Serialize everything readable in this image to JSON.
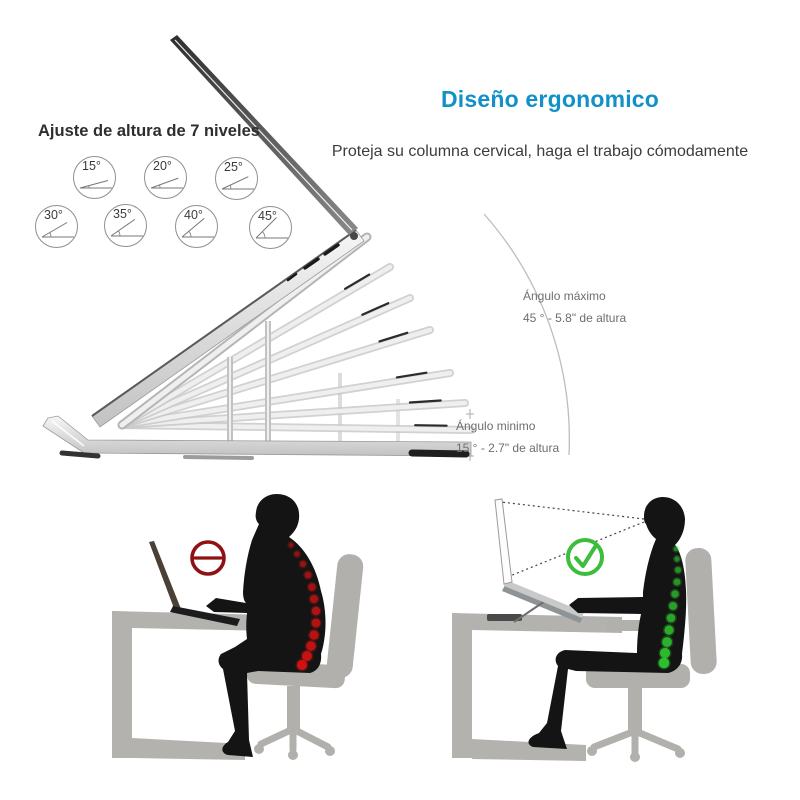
{
  "header": {
    "title": "Diseño ergonomico",
    "subtitle": "Proteja su columna cervical, haga el trabajo cómodamente"
  },
  "height_adjust": {
    "caption": "Ajuste de altura de 7 niveles",
    "levels": [
      {
        "label": "15°",
        "degrees": 15
      },
      {
        "label": "20°",
        "degrees": 20
      },
      {
        "label": "25°",
        "degrees": 25
      },
      {
        "label": "30°",
        "degrees": 30
      },
      {
        "label": "35°",
        "degrees": 35
      },
      {
        "label": "40°",
        "degrees": 40
      },
      {
        "label": "45°",
        "degrees": 45
      }
    ]
  },
  "annotations": {
    "max_angle": {
      "title": "Ángulo máximo",
      "detail": "45 ° - 5.8\" de altura"
    },
    "min_angle": {
      "title": "Ángulo minimo",
      "detail": "15 ° - 2.7\" de altura"
    }
  },
  "comparison": {
    "bad": {
      "icon": "no-icon",
      "icon_color": "#8f1212",
      "spine_color": "#cf1212"
    },
    "good": {
      "icon": "check-icon",
      "icon_color": "#3cbd3c",
      "spine_color": "#2ec52e"
    }
  },
  "colors": {
    "accent_blue": "#1191c8",
    "body_text": "#3c3c3c",
    "annotation_gray": "#6e6e6e",
    "furniture_gray": "#b4b2af",
    "silhouette_black": "#141414",
    "metal_light": "#efefef",
    "metal_dark": "#c4c4c4"
  }
}
